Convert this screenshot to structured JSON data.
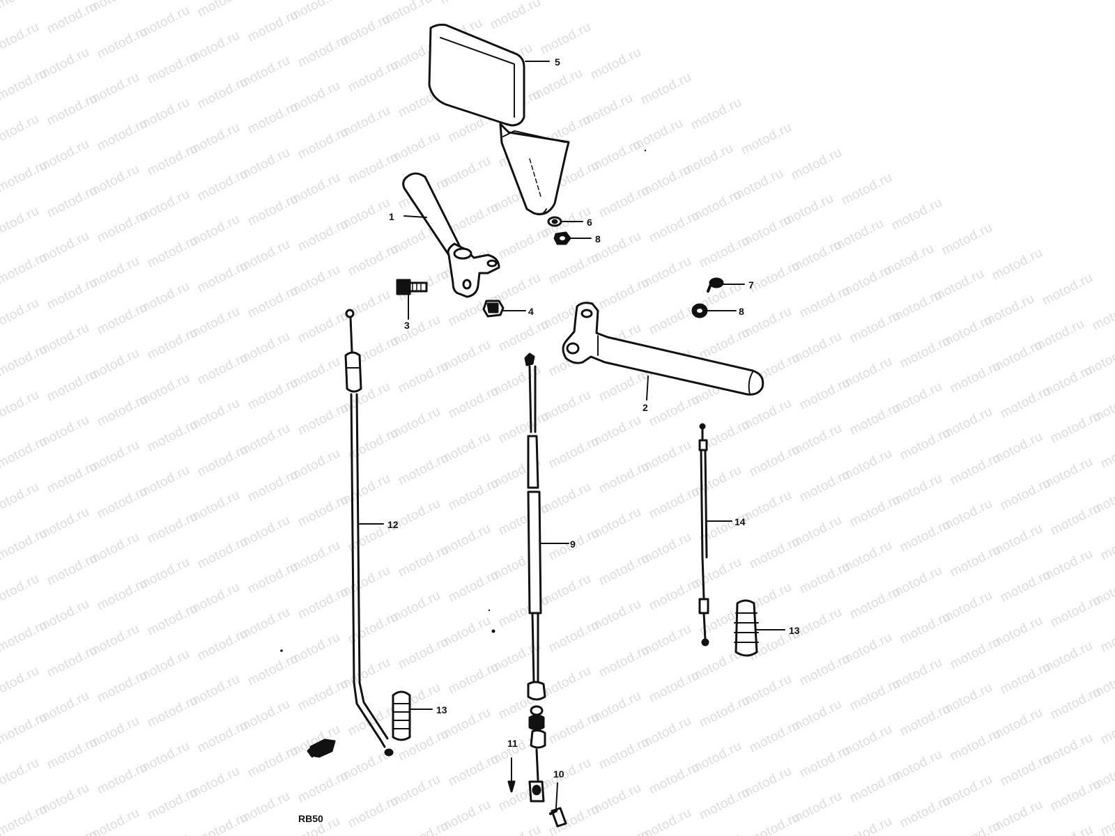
{
  "watermark": {
    "text": "motod.ru"
  },
  "figure_code": "RB50",
  "callouts": {
    "c1": "1",
    "c2": "2",
    "c3": "3",
    "c4": "4",
    "c5": "5",
    "c6": "6",
    "c7": "7",
    "c8a": "8",
    "c8b": "8",
    "c9": "9",
    "c10": "10",
    "c11": "11",
    "c12": "12",
    "c13a": "13",
    "c13b": "13",
    "c14": "14"
  },
  "colors": {
    "ink": "#111111",
    "watermark": "#dcdcdc",
    "background": "#ffffff"
  }
}
